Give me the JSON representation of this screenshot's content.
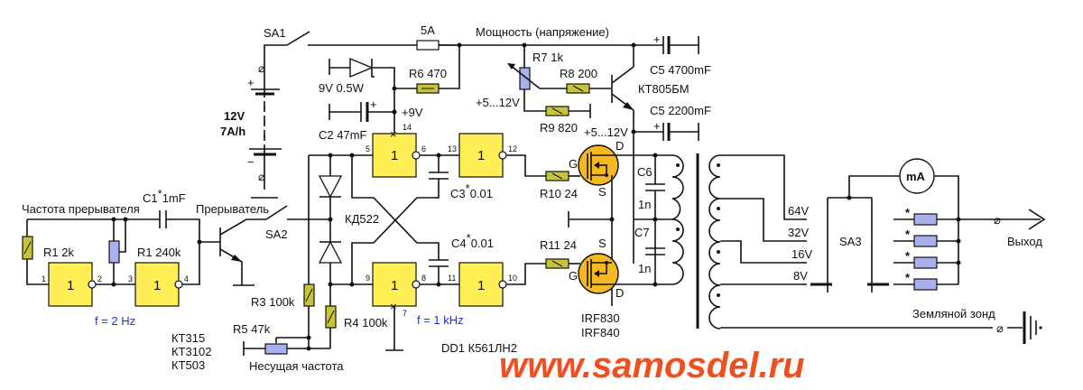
{
  "title": "Schematic: high-voltage pulse generator (samosdel.ru)",
  "colors": {
    "gate_fill": "#ffee55",
    "resistor_fill": "#c8c43a",
    "pot_fill": "#a8b0ee",
    "mosfet_fill": "#f5b820",
    "frequency_text": "#2233cc",
    "watermark": "#f05020"
  },
  "battery": {
    "switch": "SA1",
    "voltage": "12V",
    "capacity": "7A/h",
    "plus": "+",
    "minus": "−"
  },
  "fuse": {
    "label": "5A"
  },
  "power_label": "Мощность (напряжение)",
  "zener": {
    "label": "9V 0.5W"
  },
  "r6": {
    "label": "R6 470"
  },
  "c2": {
    "label": "C2 47mF",
    "plus": "+"
  },
  "v9": {
    "label": "+9V"
  },
  "r7": {
    "label": "R7 1k"
  },
  "r8": {
    "label": "R8 200"
  },
  "r9": {
    "label": "R9 820"
  },
  "v512a": {
    "label": "+5...12V"
  },
  "v512b": {
    "label": "+5...12V"
  },
  "kt805": {
    "label": "КТ805БМ"
  },
  "c5a": {
    "label": "C5 4700mF",
    "plus": "+"
  },
  "c5b": {
    "label": "C5 2200mF",
    "plus": "+"
  },
  "chopper": {
    "freq_label": "Частота прерывателя",
    "c1": "C1",
    "c1_star": "*",
    "c1_val": "1mF",
    "r1a": "R1 2k",
    "r1b": "R1 240k",
    "freq": "f = 2 Hz",
    "transistor_label": "Прерыватель",
    "transistors": [
      "КТ315",
      "КТ3102",
      "КТ503"
    ],
    "sa2": "SA2",
    "pins": [
      "1",
      "2",
      "3",
      "4"
    ]
  },
  "gate_symbol": "1",
  "generator": {
    "diodes": "КД522",
    "r3": "R3 100k",
    "r4": "R4 100k",
    "r5": "R5 47k",
    "carrier": "Несущая частота",
    "c3": "C3",
    "c3_star": "*",
    "c3_val": "0.01",
    "c4": "C4",
    "c4_star": "*",
    "c4_val": "0.01",
    "freq": "f = 1 kHz",
    "chip": "DD1 К561ЛН2",
    "pins": {
      "p5": "5",
      "p6": "6",
      "p13": "13",
      "p12": "12",
      "p9": "9",
      "p8": "8",
      "p11": "11",
      "p10": "10",
      "p14": "14",
      "p7": "7"
    }
  },
  "output_stage": {
    "r10": "R10 24",
    "r11": "R11 24",
    "g": "G",
    "d": "D",
    "s": "S",
    "mosfets": [
      "IRF830",
      "IRF840"
    ],
    "c6": "C6",
    "c6_val": "1n",
    "c7": "C7",
    "c7_val": "1n"
  },
  "secondary": {
    "taps": [
      "64V",
      "32V",
      "16V",
      "8V"
    ],
    "sa3": "SA3",
    "meter": "mA",
    "star": "*",
    "output": "Выход",
    "ground": "Земляной зонд"
  },
  "watermark": "www.samosdel.ru"
}
